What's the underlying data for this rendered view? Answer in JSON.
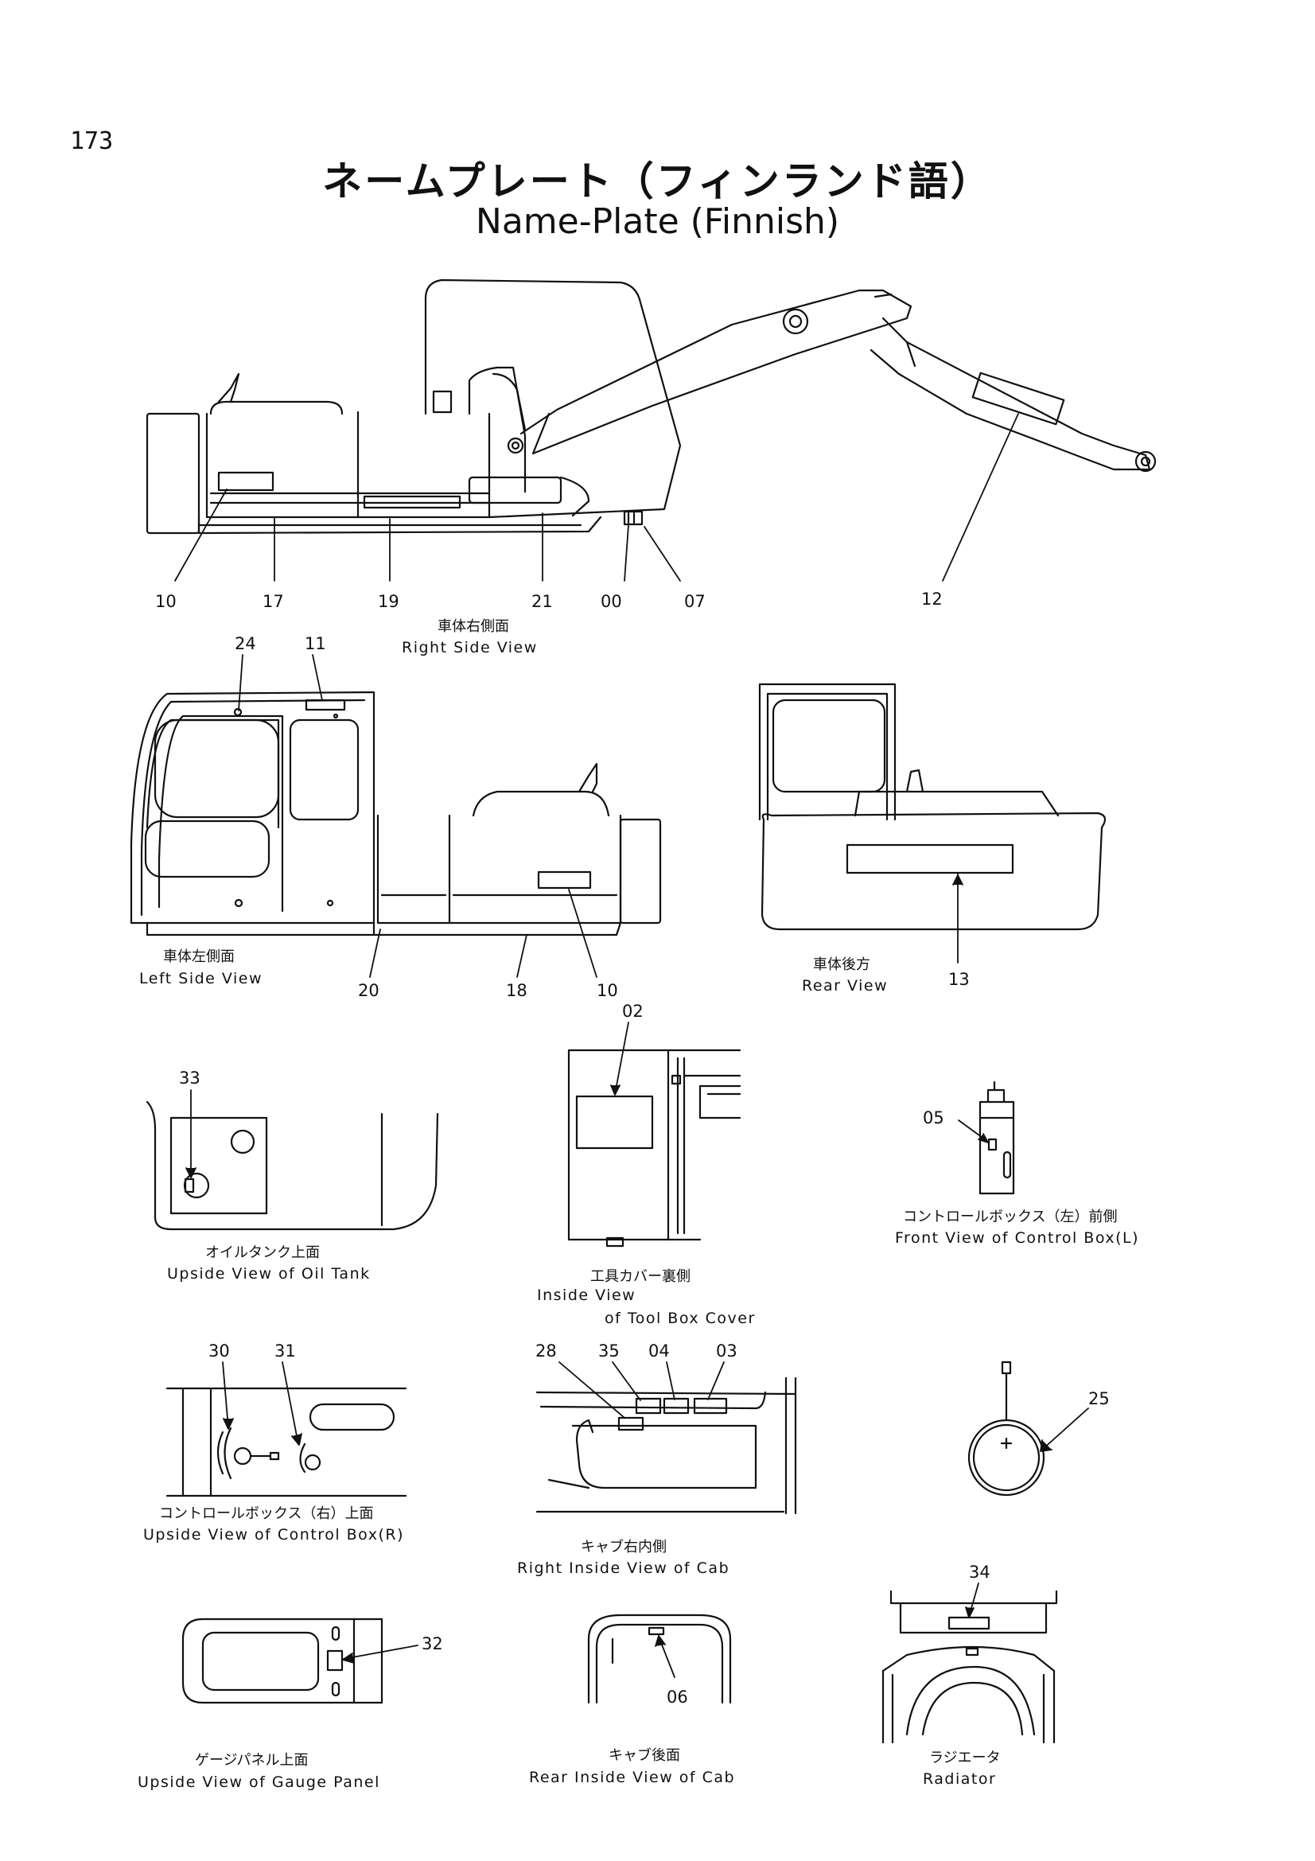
{
  "page_number": "173",
  "title_jp": "ネームプレート（フィンランド語）",
  "title_en": "Name-Plate (Finnish)",
  "views": {
    "right_side": {
      "jp": "車体右側面",
      "en": "Right Side View",
      "callouts": [
        "10",
        "17",
        "19",
        "21",
        "00",
        "07",
        "12"
      ]
    },
    "left_side": {
      "jp": "車体左側面",
      "en": "Left Side View",
      "callouts": [
        "24",
        "11",
        "20",
        "18",
        "10"
      ]
    },
    "rear": {
      "jp": "車体後方",
      "en": "Rear View",
      "callouts": [
        "13"
      ]
    },
    "oil_tank": {
      "jp": "オイルタンク上面",
      "en": "Upside View of Oil Tank",
      "callouts": [
        "33"
      ]
    },
    "tool_box": {
      "jp": "工具カバー裏側",
      "en_line1": "Inside View",
      "en_line2": "of Tool Box Cover",
      "callouts": [
        "02"
      ]
    },
    "control_box_l": {
      "jp": "コントロールボックス（左）前側",
      "en": "Front View of Control Box(L)",
      "callouts": [
        "05"
      ]
    },
    "control_box_r": {
      "jp": "コントロールボックス（右）上面",
      "en": "Upside View of Control Box(R)",
      "callouts": [
        "30",
        "31"
      ]
    },
    "cab_right_inside": {
      "jp": "キャブ右内側",
      "en": "Right Inside View of Cab",
      "callouts": [
        "28",
        "35",
        "04",
        "03"
      ]
    },
    "part_25": {
      "callouts": [
        "25"
      ]
    },
    "radiator": {
      "jp": "ラジエータ",
      "en": "Radiator",
      "callouts": [
        "34"
      ]
    },
    "gauge_panel": {
      "jp": "ゲージパネル上面",
      "en": "Upside View of Gauge Panel",
      "callouts": [
        "32"
      ]
    },
    "cab_rear": {
      "jp": "キャブ後面",
      "en": "Rear Inside View of Cab",
      "callouts": [
        "06"
      ]
    }
  }
}
